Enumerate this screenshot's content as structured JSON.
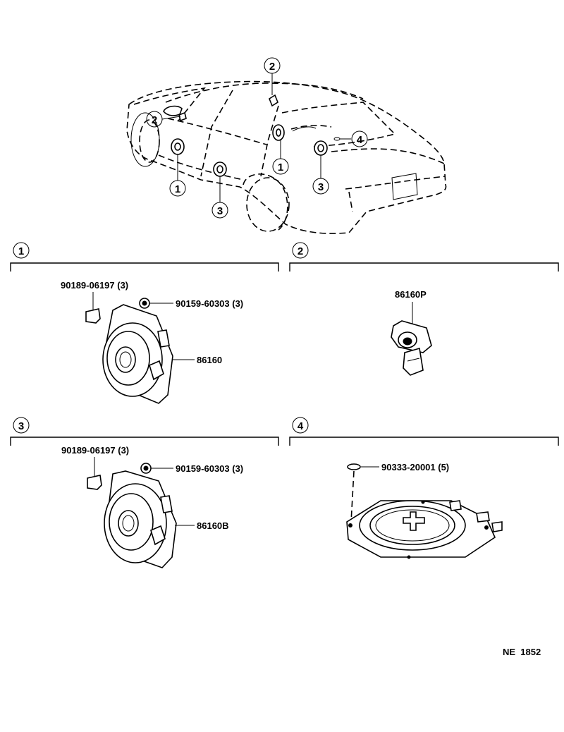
{
  "callouts": {
    "c1": "1",
    "c2": "2",
    "c3": "3",
    "c4": "4"
  },
  "sections": {
    "s1": {
      "number": "1",
      "screw": "90189-06197 (3)",
      "nut": "90159-60303 (3)",
      "speaker": "86160"
    },
    "s2": {
      "number": "2",
      "speaker": "86160P"
    },
    "s3": {
      "number": "3",
      "screw": "90189-06197 (3)",
      "nut": "90159-60303 (3)",
      "speaker": "86160B"
    },
    "s4": {
      "number": "4",
      "grommet": "90333-20001 (5)"
    }
  },
  "footer_code": "NE  1852"
}
